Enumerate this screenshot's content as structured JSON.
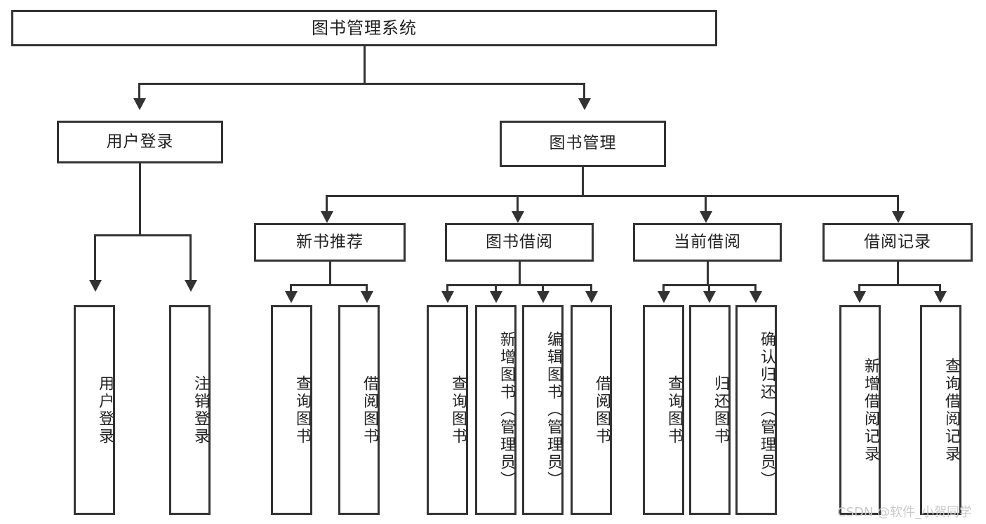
{
  "diagram": {
    "title": "图书管理系统",
    "type": "tree-hierarchy",
    "root": {
      "label": "图书管理系统"
    },
    "level2": [
      {
        "label": "用户登录"
      },
      {
        "label": "图书管理"
      }
    ],
    "level3": [
      {
        "label": "新书推荐"
      },
      {
        "label": "图书借阅"
      },
      {
        "label": "当前借阅"
      },
      {
        "label": "借阅记录"
      }
    ],
    "leaves": {
      "user_login": [
        {
          "label": "用户登录"
        },
        {
          "label": "注销登录"
        }
      ],
      "new_book_recommend": [
        {
          "label": "查询图书"
        },
        {
          "label": "借阅图书"
        }
      ],
      "book_borrow": [
        {
          "label": "查询图书"
        },
        {
          "label": "新增图书（管理员）"
        },
        {
          "label": "编辑图书（管理员）"
        },
        {
          "label": "借阅图书"
        }
      ],
      "current_borrow": [
        {
          "label": "查询图书"
        },
        {
          "label": "归还图书"
        },
        {
          "label": "确认归还（管理员）"
        }
      ],
      "borrow_record": [
        {
          "label": "新增借阅记录"
        },
        {
          "label": "查询借阅记录"
        }
      ]
    }
  },
  "watermark": {
    "text": "CSDN @软件_小贺同学"
  },
  "colors": {
    "stroke": "#333333",
    "background": "#ffffff",
    "text": "#222222",
    "watermark": "#c9c9c9"
  }
}
